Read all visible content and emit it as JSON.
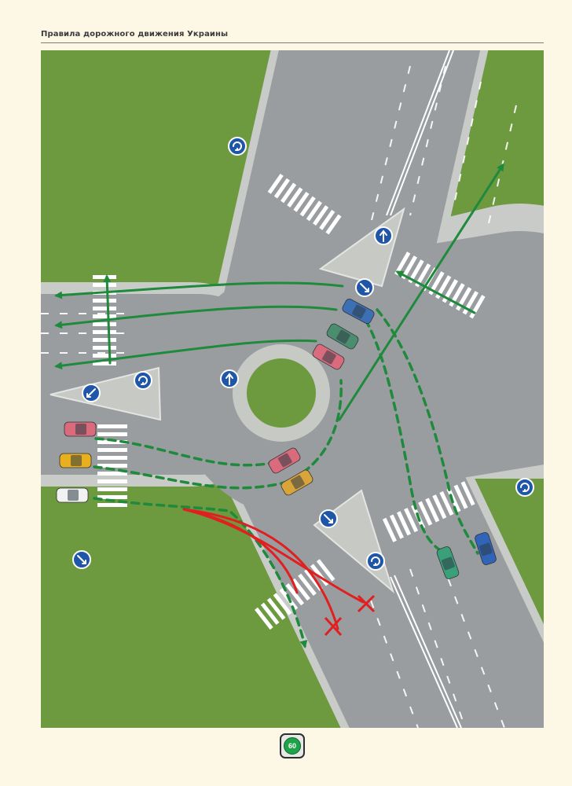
{
  "header": {
    "title": "Правила дорожного движения Украины"
  },
  "footer": {
    "page_number": "60"
  },
  "colors": {
    "page_background": "#fdf8e6",
    "grass": "#6d9a3e",
    "road": "#9a9da0",
    "allowed_path": "#1f8a3c",
    "forbidden_path": "#e02020",
    "sign_blue": "#1f56a8"
  },
  "illustration": {
    "subject": "roundabout-intersection",
    "signs": [
      "roundabout-sign",
      "straight-ahead-sign",
      "keep-right-sign",
      "roundabout-sign",
      "keep-left-sign",
      "keep-right-sign",
      "roundabout-sign",
      "roundabout-sign",
      "keep-right-sign",
      "straight-ahead-sign"
    ],
    "cars": [
      {
        "color": "#3d6fb5"
      },
      {
        "color": "#4b8e6f"
      },
      {
        "color": "#d96b7c"
      },
      {
        "color": "#d96b7c"
      },
      {
        "color": "#e8b01e"
      },
      {
        "color": "#f2f2f2"
      },
      {
        "color": "#d96b7c"
      },
      {
        "color": "#d9a43a"
      },
      {
        "color": "#3aa07a"
      },
      {
        "color": "#2f64b8"
      }
    ]
  }
}
